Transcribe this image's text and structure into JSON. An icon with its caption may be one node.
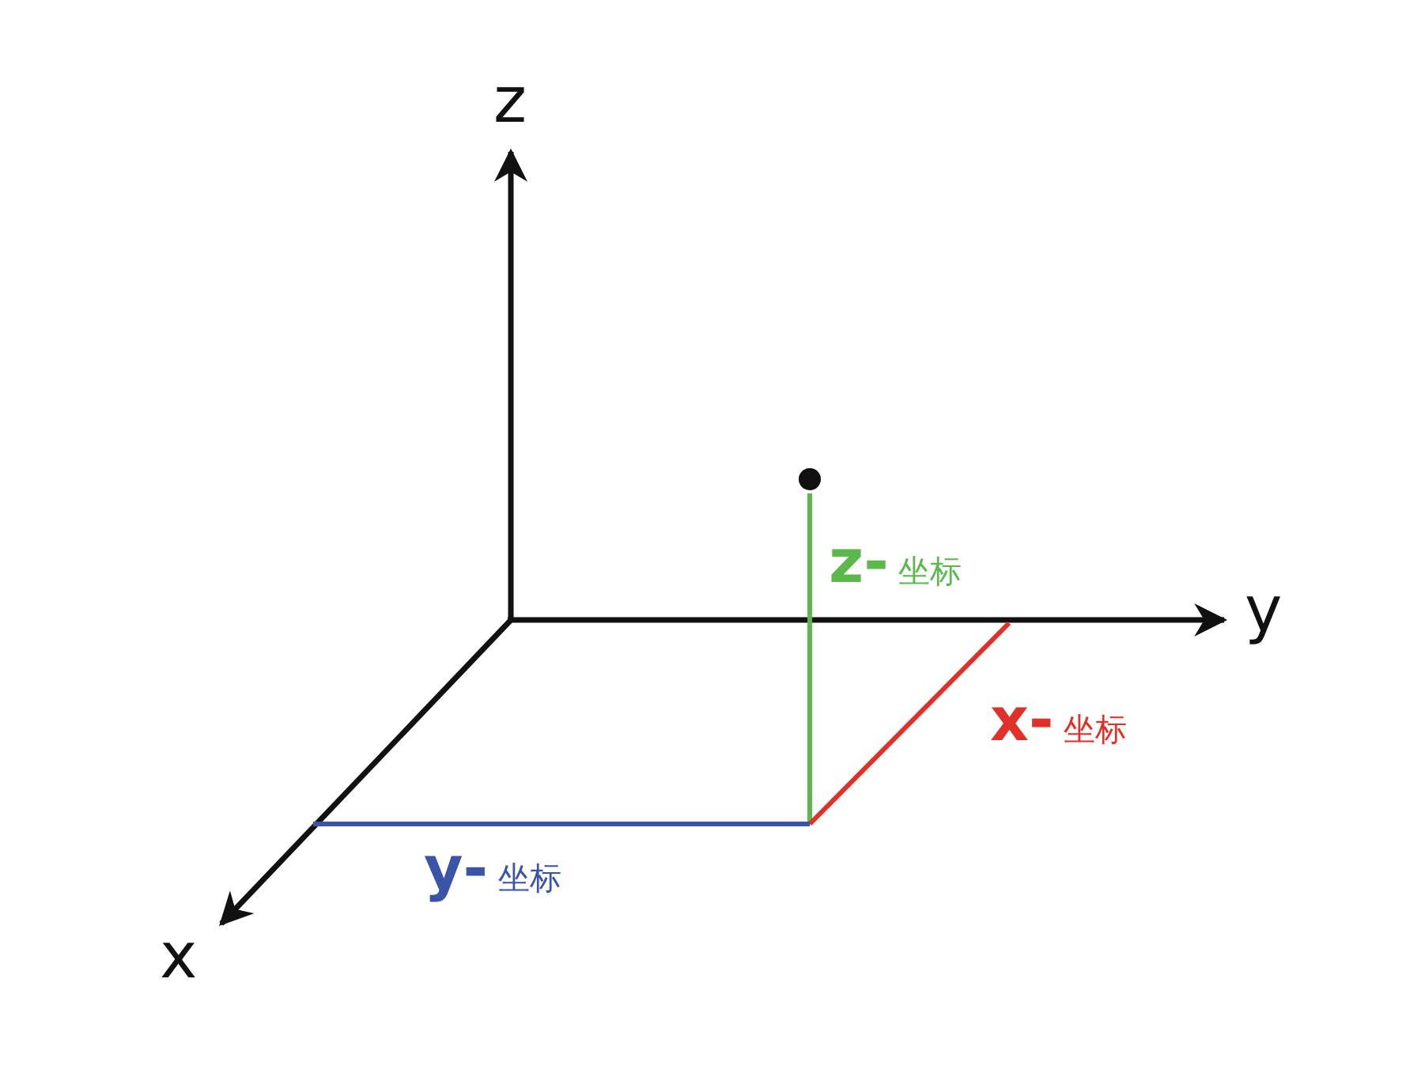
{
  "diagram": {
    "labels": [
      "z",
      "z- 坐标",
      "y",
      "x- 坐标",
      "y- 坐标",
      "x"
    ]
  }
}
